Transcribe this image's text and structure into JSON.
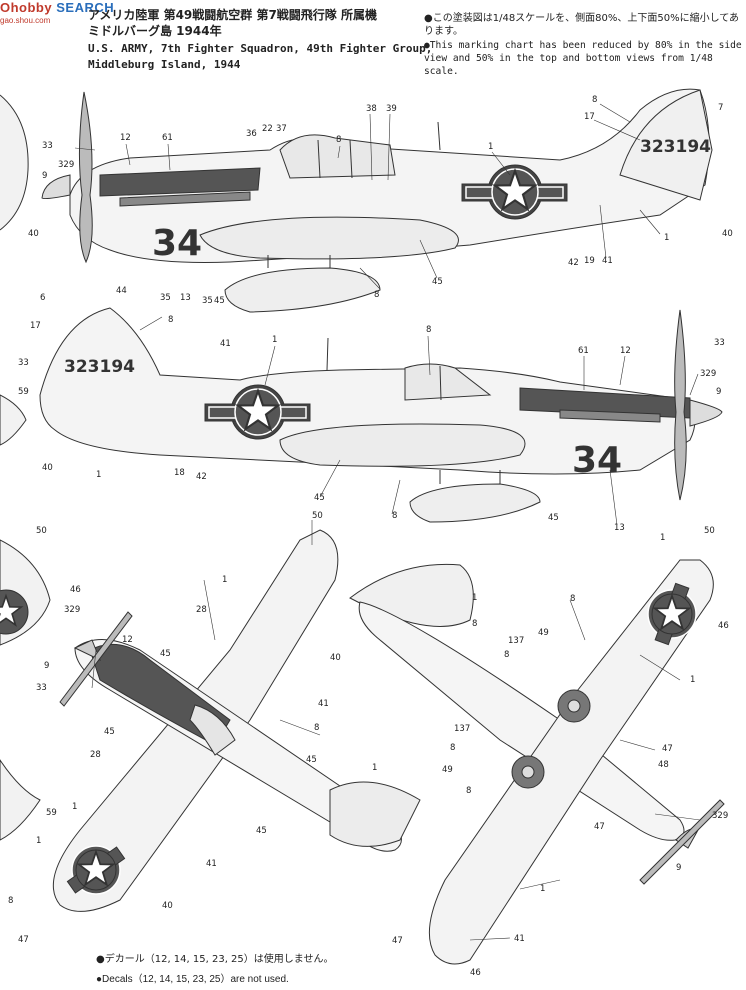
{
  "watermark": {
    "text_left": "Ohobby",
    "text_right": "SEARCH",
    "sub": "gao.shou.com"
  },
  "header": {
    "jp_line1": "アメリカ陸軍 第49戦闘航空群 第7戦闘飛行隊 所属機",
    "jp_line2": "ミドルバーグ島 1944年",
    "en_line1": "U.S. ARMY, 7th Fighter Squadron, 49th Fighter Group,",
    "en_line2": "Middleburg Island, 1944"
  },
  "scale_note": {
    "jp": "●この塗装図は1/48スケールを、側面80%、上下面50%に縮小してあります。",
    "en": "●This marking chart has been reduced by 80% in the side view and 50% in the top and bottom views from 1/48 scale."
  },
  "aircraft": {
    "serial": "323194",
    "code": "34"
  },
  "callouts": {
    "c1": "1",
    "c6": "6",
    "c7": "7",
    "c8": "8",
    "c9": "9",
    "c12": "12",
    "c13": "13",
    "c17": "17",
    "c18": "18",
    "c19": "19",
    "c22": "22",
    "c28": "28",
    "c33": "33",
    "c35": "35",
    "c36": "36",
    "c37": "37",
    "c38": "38",
    "c39": "39",
    "c40": "40",
    "c41": "41",
    "c42": "42",
    "c44": "44",
    "c45": "45",
    "c46": "46",
    "c47": "47",
    "c48": "48",
    "c49": "49",
    "c50": "50",
    "c59": "59",
    "c61": "61",
    "c137": "137",
    "c329": "329"
  },
  "footer": {
    "jp": "●デカール（12, 14, 15, 23, 25）は使用しません。",
    "en": "●Decals（12, 14, 15, 23, 25）are not used."
  }
}
